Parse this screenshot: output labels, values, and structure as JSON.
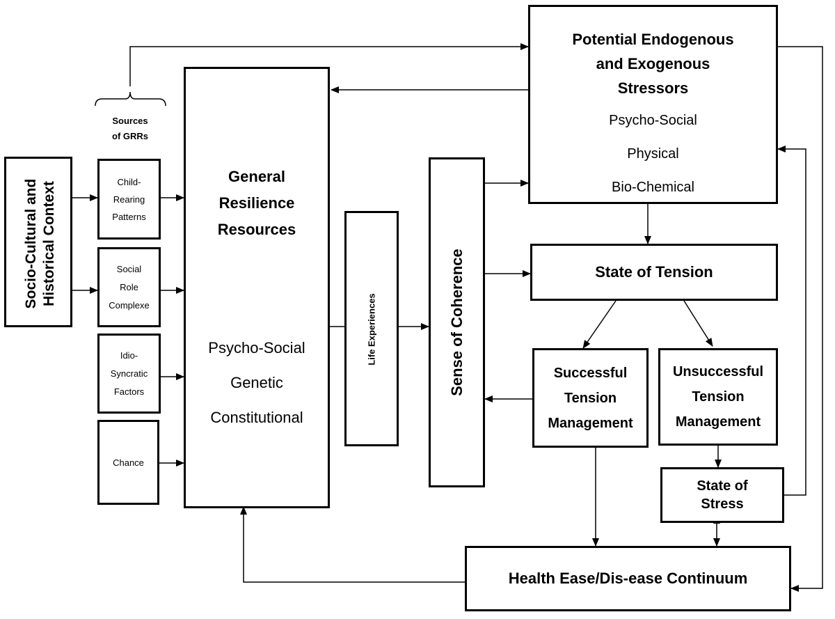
{
  "diagram": {
    "socio_cultural": {
      "line1": "Socio-Cultural and",
      "line2": "Historical Context"
    },
    "sources_label": {
      "line1": "Sources",
      "line2": "of GRRs"
    },
    "sources": [
      {
        "line1": "Child-",
        "line2": "Rearing",
        "line3": "Patterns"
      },
      {
        "line1": "Social",
        "line2": "Role",
        "line3": "Complexe"
      },
      {
        "line1": "Idio-",
        "line2": "Syncratic",
        "line3": "Factors"
      },
      {
        "line1": "Chance"
      }
    ],
    "grr": {
      "title1": "General",
      "title2": "Resilience",
      "title3": "Resources",
      "item1": "Psycho-Social",
      "item2": "Genetic",
      "item3": "Constitutional"
    },
    "life_experiences": "Life Experiences",
    "sense_of_coherence": "Sense of Coherence",
    "stressors": {
      "title1": "Potential Endogenous",
      "title2": "and Exogenous",
      "title3": "Stressors",
      "item1": "Psycho-Social",
      "item2": "Physical",
      "item3": "Bio-Chemical"
    },
    "state_of_tension": "State of Tension",
    "successful": {
      "line1": "Successful",
      "line2": "Tension",
      "line3": "Management"
    },
    "unsuccessful": {
      "line1": "Unsuccessful",
      "line2": "Tension",
      "line3": "Management"
    },
    "state_of_stress": {
      "line1": "State of",
      "line2": "Stress"
    },
    "health_continuum": "Health Ease/Dis-ease Continuum"
  }
}
